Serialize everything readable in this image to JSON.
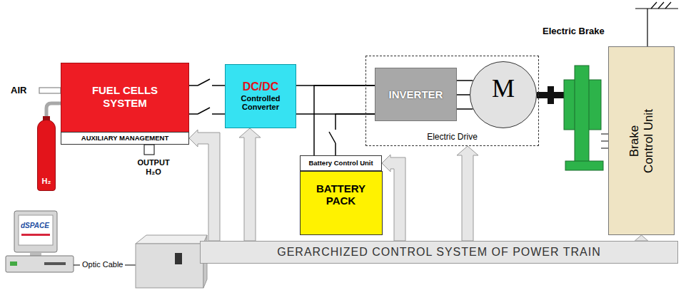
{
  "diagram": {
    "nodes": [
      {
        "text": [
          "FUEL CELLS SYSTEM"
        ]
      },
      {
        "text": [
          "AUXILIARY MANAGEMENT"
        ],
        "in": 0
      },
      {
        "text": [
          "DC/DC",
          "Controlled Converter"
        ]
      },
      {
        "text": [
          "Electric Drive"
        ]
      },
      {
        "text": [
          "INVERTER"
        ],
        "in": 3
      },
      {
        "text": [
          "M"
        ],
        "in": 3
      },
      {
        "text": [
          "Battery Control Unit"
        ]
      },
      {
        "text": [
          "BATTERY PACK"
        ]
      },
      {
        "text": [
          "Brake Control Unit"
        ]
      },
      {
        "text": [
          "GERARCHIZED CONTROL SYSTEM OF POWER TRAIN"
        ]
      },
      {
        "text": [
          "H₂"
        ]
      }
    ],
    "edges": [
      {
        "from": 0,
        "to": 2,
        "arrow": "none"
      },
      {
        "from": 2,
        "to": 4,
        "arrow": "none"
      },
      {
        "from": 6,
        "to": 4,
        "arrow": "none"
      },
      {
        "from": 4,
        "to": 5,
        "arrow": "none"
      },
      {
        "from": 9,
        "to": 1,
        "arrow": "to"
      },
      {
        "from": 9,
        "to": 2,
        "arrow": "to"
      },
      {
        "from": 9,
        "to": 6,
        "arrow": "to"
      },
      {
        "from": 9,
        "to": 3,
        "arrow": "to"
      },
      {
        "from": 9,
        "to": 8,
        "arrow": "to"
      }
    ],
    "labels": [
      "AIR",
      "OUTPUT H₂O",
      "Electric Brake",
      "dSPACE",
      "Optic Cable"
    ]
  }
}
